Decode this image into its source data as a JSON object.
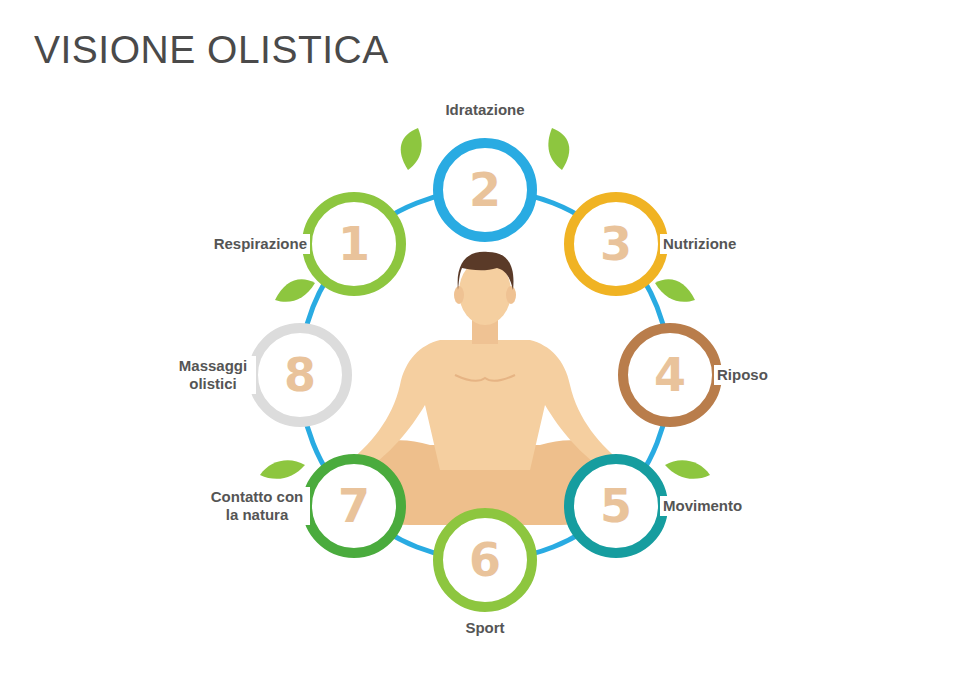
{
  "diagram": {
    "title": "VISIONE OLISTICA",
    "nodes": [
      {
        "text": [
          "1",
          "Respirazione"
        ]
      },
      {
        "text": [
          "2",
          "Idratazione"
        ]
      },
      {
        "text": [
          "3",
          "Nutrizione"
        ]
      },
      {
        "text": [
          "4",
          "Riposo"
        ]
      },
      {
        "text": [
          "5",
          "Movimento"
        ]
      },
      {
        "text": [
          "6",
          "Sport"
        ]
      },
      {
        "text": [
          "7",
          "Contatto con la natura"
        ]
      },
      {
        "text": [
          "8",
          "Massaggi olistici"
        ]
      }
    ]
  }
}
